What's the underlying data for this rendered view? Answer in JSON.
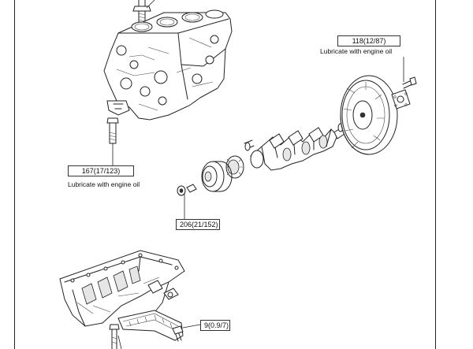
{
  "diagram": {
    "callouts": [
      {
        "id": "crank-pulley-bolt",
        "torque": "118(12/87)",
        "note": "Lubricate with engine oil"
      },
      {
        "id": "main-bearing-bolt",
        "torque": "167(17/123)",
        "note": "Lubricate with engine oil"
      },
      {
        "id": "pulley-nut",
        "torque": "206(21/152)"
      },
      {
        "id": "oil-pan-bolt",
        "torque": "9(0.9/7)"
      }
    ]
  }
}
